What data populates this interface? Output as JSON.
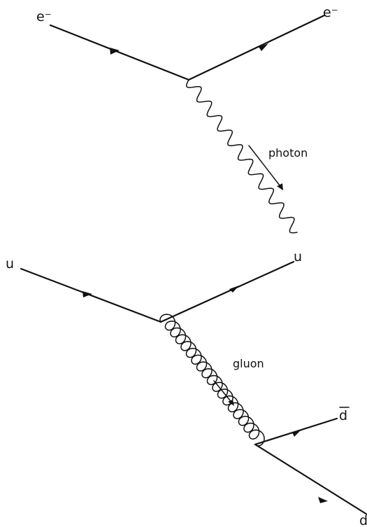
{
  "electron_diagram": {
    "incoming_label": "e⁻",
    "outgoing_label": "e⁻",
    "boson_label": "photon"
  },
  "quark_diagram": {
    "incoming_label": "u",
    "outgoing_label": "u",
    "boson_label": "gluon",
    "antiquark_label": "d",
    "quark_label": "d"
  },
  "colors": {
    "ink": "#111111",
    "background": "#ffffff"
  }
}
